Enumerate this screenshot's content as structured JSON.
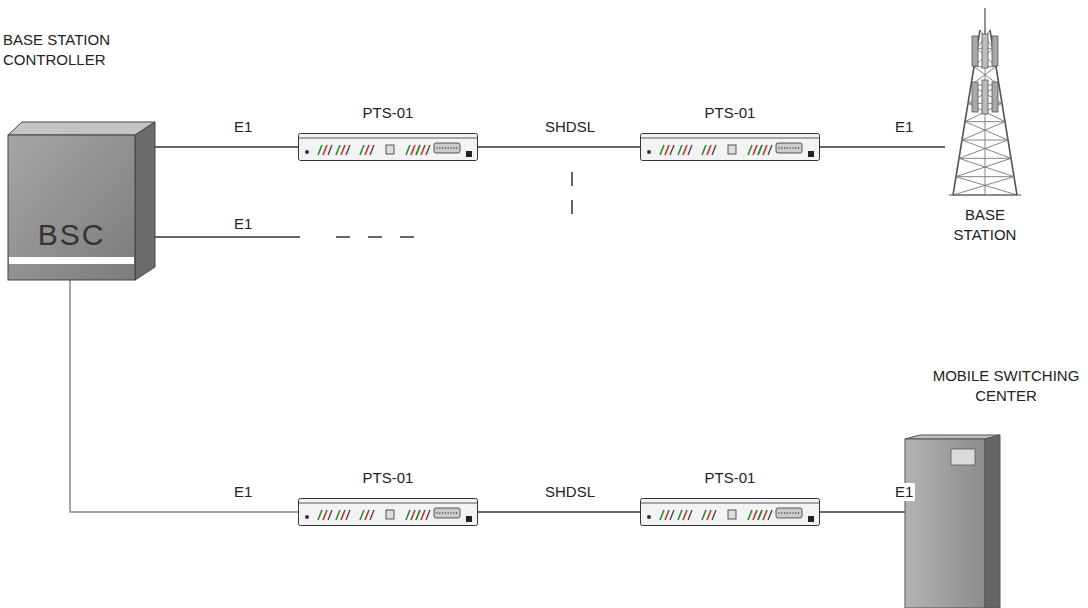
{
  "diagram": {
    "nodes": [
      {
        "text": [
          "BASE STATION CONTROLLER",
          "BSC"
        ]
      },
      {
        "text": [
          "PTS-01"
        ]
      },
      {
        "text": [
          "PTS-01"
        ]
      },
      {
        "text": [
          "BASE STATION"
        ]
      },
      {
        "text": [
          "PTS-01"
        ]
      },
      {
        "text": [
          "PTS-01"
        ]
      },
      {
        "text": [
          "MOBILE SWITCHING CENTER"
        ]
      }
    ],
    "edges": [
      {
        "from": 0,
        "to": 1,
        "arrow": "none",
        "label": "E1"
      },
      {
        "from": 1,
        "to": 2,
        "arrow": "none",
        "label": "SHDSL"
      },
      {
        "from": 2,
        "to": 3,
        "arrow": "none",
        "label": "E1"
      },
      {
        "from": 0,
        "to": 4,
        "arrow": "none",
        "label": "E1"
      },
      {
        "from": 4,
        "to": 5,
        "arrow": "none",
        "label": "SHDSL"
      },
      {
        "from": 5,
        "to": 6,
        "arrow": "none",
        "label": "E1"
      }
    ],
    "labels": [
      "E1"
    ]
  }
}
